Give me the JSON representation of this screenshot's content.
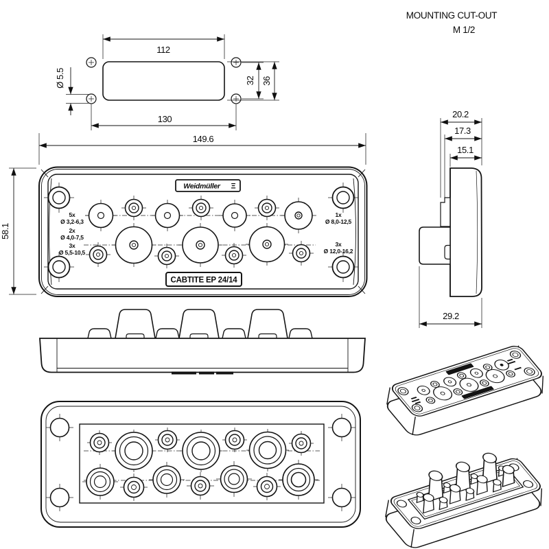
{
  "title": {
    "line1": "MOUNTING CUT-OUT",
    "line2": "M 1/2"
  },
  "mounting_cutout": {
    "slot_width": "112",
    "hole_pitch_h": "130",
    "hole_pitch_v": "32",
    "slot_height": "36",
    "hole_diameter": "Ø 5.5"
  },
  "front_view": {
    "overall_width": "149.6",
    "overall_height": "58.1",
    "brand": "Weidmüller",
    "brand_mark": "Ξ",
    "product": "CABTITE EP 24/14",
    "specs_left": [
      {
        "count": "5x",
        "range": "Ø 3,2-6,3"
      },
      {
        "count": "2x",
        "range": "Ø 4,0-7,5"
      },
      {
        "count": "3x",
        "range": "Ø 5,5-10,5"
      }
    ],
    "specs_right": [
      {
        "count": "1x",
        "range": "Ø 8,0-12,5"
      },
      {
        "count": "3x",
        "range": "Ø 12,0-16,2"
      }
    ]
  },
  "side_view": {
    "depth_outer": "20.2",
    "depth_mid": "17.3",
    "depth_inner": "15.1",
    "depth_total": "29.2"
  }
}
